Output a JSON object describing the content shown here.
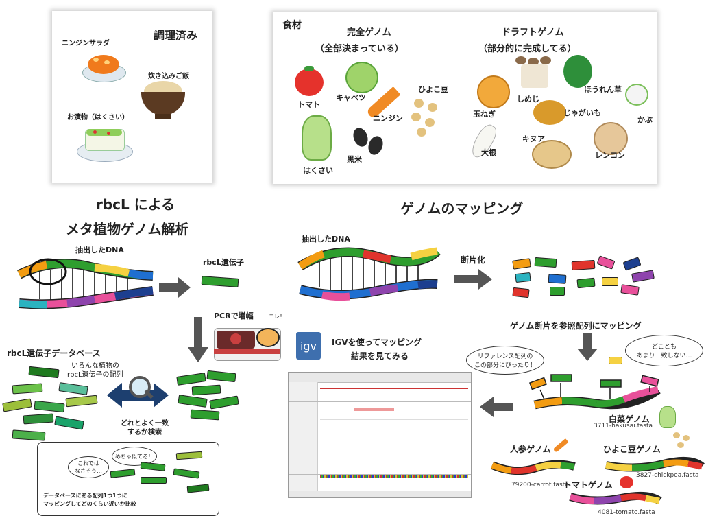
{
  "cooked_card": {
    "title": "調理済み",
    "items": [
      "ニンジンサラダ",
      "炊き込みご飯",
      "お漬物（はくさい）"
    ]
  },
  "ingredients_card": {
    "title": "食材",
    "complete_title": "完全ゲノム",
    "complete_sub": "（全部決まっている）",
    "draft_title": "ドラフトゲノム",
    "draft_sub": "（部分的に完成してる）",
    "complete_items": [
      "トマト",
      "キャベツ",
      "ひよこ豆",
      "ニンジン",
      "はくさい",
      "黒米"
    ],
    "draft_items": [
      "玉ねぎ",
      "しめじ",
      "ほうれん草",
      "じゃがいも",
      "かぶ",
      "キヌア",
      "大根",
      "レンコン"
    ]
  },
  "left_section": {
    "heading_line1": "rbcL による",
    "heading_line2": "メタ植物ゲノム解析",
    "extracted_dna": "抽出したDNA",
    "rbcl_gene": "rbcL遺伝子",
    "pcr": "PCRで増幅",
    "kore": "コレ！",
    "database_title": "rbcL遺伝子データベース",
    "database_note_line1": "いろんな植物の",
    "database_note_line2": "rbcL遺伝子の配列",
    "search_line1": "どれとよく一致",
    "search_line2": "するか検索",
    "inset_bubble_left": "これでは\nなさそう…",
    "inset_bubble_right": "めちゃ似てる！",
    "inset_caption_line1": "データベースにある配列1つ1つに",
    "inset_caption_line2": "マッピングしてどのくらい近いか比較"
  },
  "right_section": {
    "heading": "ゲノムのマッピング",
    "extracted_dna": "抽出したDNA",
    "fragment": "断片化",
    "mapping_title": "ゲノム断片を参照配列にマッピング",
    "bubble_left": "リファレンス配列の\nこの部分にぴったり！",
    "bubble_right": "どことも\nあまり一致しない…",
    "igv_logo": "igv",
    "igv_line1": "IGVを使ってマッピング",
    "igv_line2": "結果を見てみる",
    "genomes": [
      {
        "name": "白菜ゲノム",
        "file": "3711-hakusai.fasta"
      },
      {
        "name": "人参ゲノム",
        "file": "79200-carrot.fasta"
      },
      {
        "name": "ひよこ豆ゲノム",
        "file": "3827-chickpea.fasta"
      },
      {
        "name": "トマトゲノム",
        "file": "4081-tomato.fasta"
      }
    ]
  },
  "colors": {
    "green": "#2e9e2e",
    "dark_green": "#1f7a1f",
    "orange": "#f39c12",
    "red": "#e0342c",
    "blue": "#1f6fd0",
    "pink": "#e8509a",
    "purple": "#8e44ad",
    "yellow": "#f5d142",
    "cyan": "#2bb3c0",
    "navy": "#1d3f8f",
    "arrow_gray": "#555555"
  }
}
